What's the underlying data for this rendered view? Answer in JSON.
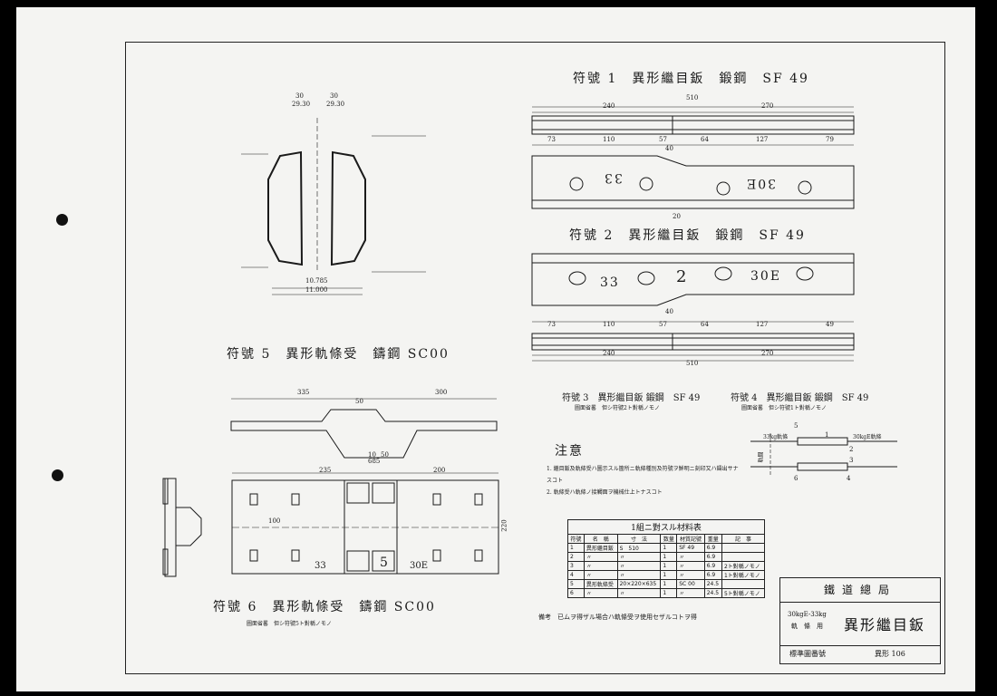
{
  "part1": {
    "title": "符號 1　異形繼目鈑　鍛鋼　SF 49",
    "dims": [
      "510",
      "240",
      "270",
      "73",
      "110",
      "57",
      "64",
      "127",
      "79",
      "40",
      "20"
    ],
    "marks": [
      "33",
      "30E"
    ]
  },
  "part2": {
    "title": "符號 2　異形繼目鈑　鍛鋼　SF 49",
    "dims": [
      "73",
      "110",
      "57",
      "64",
      "127",
      "49",
      "40",
      "240",
      "270",
      "510"
    ],
    "marks": [
      "33",
      "2",
      "30E"
    ]
  },
  "part3": {
    "title": "符號 3　異形繼目鈑 鍛鋼　SF 49",
    "note": "圖面省畧　但シ符號2ト對稱ノモノ"
  },
  "part4": {
    "title": "符號 4　異形繼目鈑 鍛鋼　SF 49",
    "note": "圖面省畧　但シ符號1ト對稱ノモノ"
  },
  "part5": {
    "title": "符號 5　異形軌條受　鑄鋼 SC00",
    "dims": [
      "30",
      "30",
      "29.30",
      "29.30",
      "10.785",
      "11.000"
    ]
  },
  "part6": {
    "title": "符號 6　異形軌條受　鑄鋼 SC00",
    "note": "圖面省畧　但シ符號5ト對稱ノモノ",
    "dims": [
      "335",
      "300",
      "50",
      "10",
      "50",
      "235",
      "685",
      "200",
      "100",
      "220"
    ],
    "marks": [
      "33",
      "5",
      "30E"
    ]
  },
  "assembly": {
    "labels": [
      "5",
      "2",
      "3",
      "6",
      "4",
      "1"
    ],
    "left_rail": "33kg軌條",
    "right_rail": "30kgE軌條",
    "axis": "軌間"
  },
  "notes": {
    "heading": "注意",
    "items": [
      "1. 繼目鈑及軌條受ハ圖示スル箇所ニ軌條種別及符號ヲ鮮明ニ刻印又ハ鑄出サナスコト",
      "2. 軌條受ハ軌條ノ接觸面ヲ機械仕上トナスコト"
    ]
  },
  "parts_table": {
    "caption": "1組ニ對スル材料表",
    "headers": [
      "符號",
      "名　稱",
      "寸　法",
      "数量",
      "材質記號",
      "重量",
      "記　事"
    ],
    "rows": [
      [
        "1",
        "異形繼目鈑",
        "S　510",
        "1",
        "SF 49",
        "6.9",
        ""
      ],
      [
        "2",
        "〃",
        "〃",
        "1",
        "〃",
        "6.9",
        ""
      ],
      [
        "3",
        "〃",
        "〃",
        "1",
        "〃",
        "6.9",
        "2ト對稱ノモノ"
      ],
      [
        "4",
        "〃",
        "〃",
        "1",
        "〃",
        "6.9",
        "1ト對稱ノモノ"
      ],
      [
        "5",
        "異形軌條受",
        "20×220×635",
        "1",
        "SC 00",
        "24.5",
        ""
      ],
      [
        "6",
        "〃",
        "〃",
        "1",
        "〃",
        "24.5",
        "5ト對稱ノモノ"
      ]
    ]
  },
  "remark": "備考　已ムヲ得ザル場合ハ軌條受ヲ使用セザルコトヲ得",
  "title_block": {
    "org": "鐵道總局",
    "spec_line1": "30kgE-33kg",
    "spec_line2": "軌　條　用",
    "title": "異形繼目鈑",
    "std_label": "標準圖番號",
    "std_number": "異形 106"
  }
}
